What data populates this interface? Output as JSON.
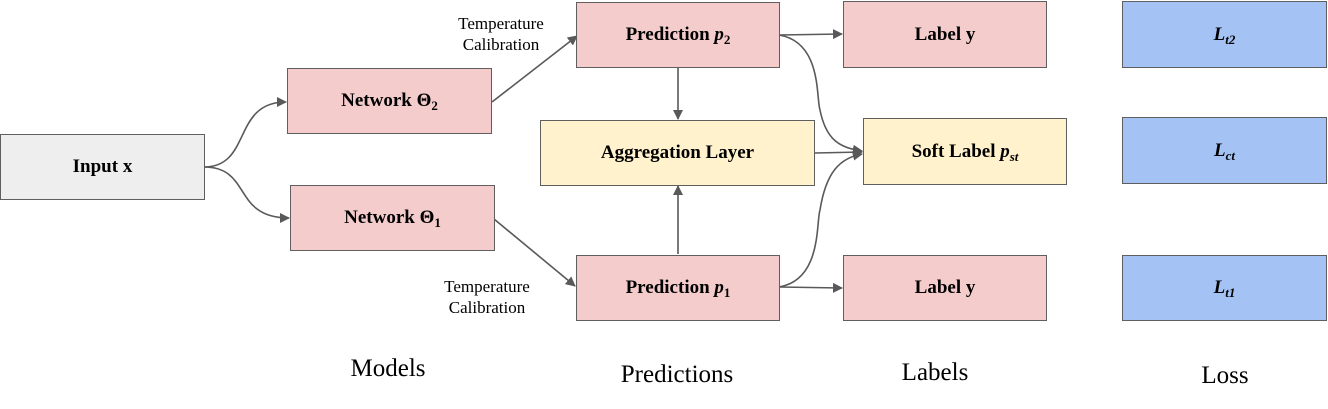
{
  "nodes": {
    "input": {
      "text": "Input x"
    },
    "network2": {
      "text": "Network Θ",
      "sub": "2"
    },
    "network1": {
      "text": "Network Θ",
      "sub": "1"
    },
    "prediction2": {
      "text": "Prediction ",
      "var": "p",
      "sub": "2"
    },
    "prediction1": {
      "text": "Prediction ",
      "var": "p",
      "sub": "1"
    },
    "aggregation": {
      "text": "Aggregation Layer"
    },
    "label_top": {
      "text": "Label y"
    },
    "soft_label": {
      "text": "Soft Label ",
      "var": "p",
      "sub": "st"
    },
    "label_bottom": {
      "text": "Label y"
    },
    "loss_t2": {
      "var": "L",
      "sub": "t2"
    },
    "loss_ct": {
      "var": "L",
      "sub": "ct"
    },
    "loss_t1": {
      "var": "L",
      "sub": "t1"
    }
  },
  "edge_labels": {
    "top_line1": "Temperature",
    "top_line2": "Calibration",
    "bottom_line1": "Temperature",
    "bottom_line2": "Calibration"
  },
  "sections": {
    "models": "Models",
    "predictions": "Predictions",
    "labels": "Labels",
    "loss": "Loss"
  },
  "colors": {
    "input": "#eeeeee",
    "network_prediction_label": "#f4cccc",
    "aggregation_soft_label": "#fff2cc",
    "loss": "#a4c2f4",
    "edge": "#595959"
  }
}
